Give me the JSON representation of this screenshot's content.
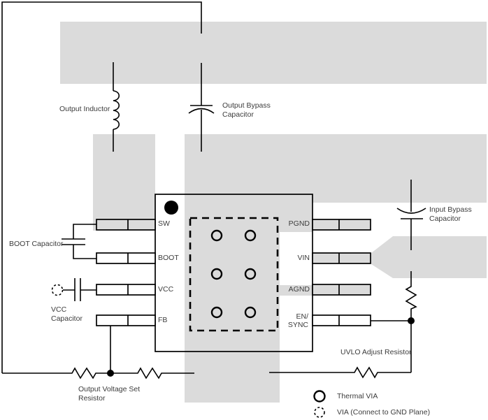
{
  "colors": {
    "plane": "#dbdbdb",
    "line": "#000000",
    "text": "#3c3c3c"
  },
  "ic": {
    "left_pins": [
      "SW",
      "BOOT",
      "VCC",
      "FB"
    ],
    "right_pins": [
      "PGND",
      "VIN",
      "AGND"
    ],
    "en_sync_pin": [
      "EN/",
      "SYNC"
    ]
  },
  "labels": {
    "output_inductor": "Output Inductor",
    "output_bypass_1": "Output Bypass",
    "output_bypass_2": "Capacitor",
    "boot_capacitor": "BOOT Capacitor",
    "vcc_capacitor_1": "VCC",
    "vcc_capacitor_2": "Capacitor",
    "input_bypass_1": "Input Bypass",
    "input_bypass_2": "Capacitor",
    "uvlo_resistor": "UVLO Adjust Resistor",
    "output_voltage_set_1": "Output Voltage Set",
    "output_voltage_set_2": "Resistor"
  },
  "legend": {
    "thermal_via": "Thermal VIA",
    "gnd_via": "VIA (Connect to GND Plane)"
  }
}
